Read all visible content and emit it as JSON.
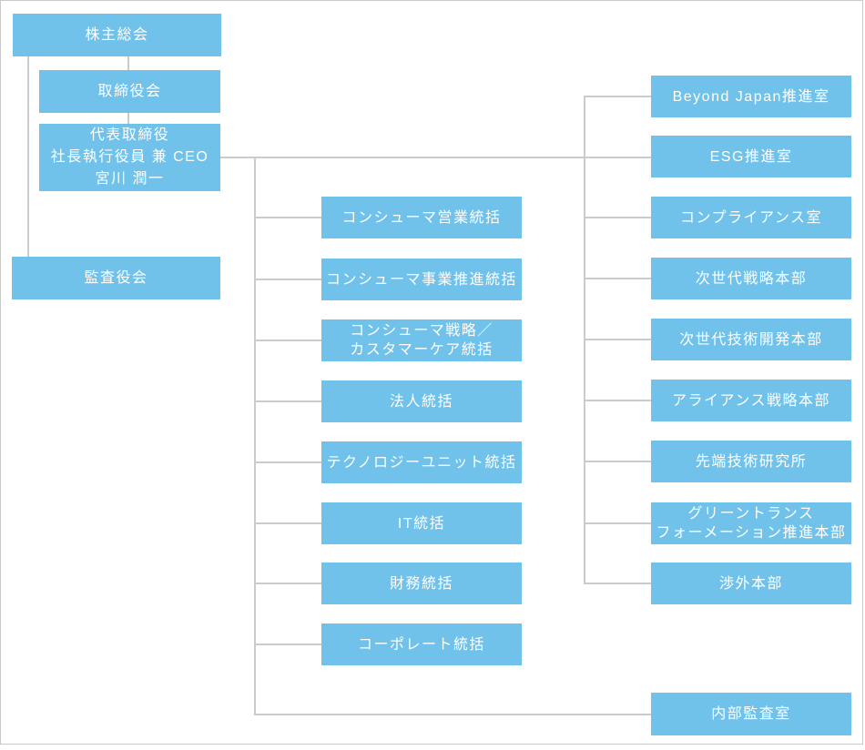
{
  "colors": {
    "box_blue": "#71C2EB",
    "line_gray": "#CBCBCB",
    "text_white": "#FFFFFF",
    "background": "#FFFFFF"
  },
  "org_chart": {
    "governance": {
      "shareholders_meeting": "株主総会",
      "board_of_directors": "取締役会",
      "president_ceo": "代表取締役\n社長執行役員 兼 CEO\n宮川 潤一",
      "audit_and_supervisory_board": "監査役会"
    },
    "business_units": [
      "コンシューマ営業統括",
      "コンシューマ事業推進統括",
      "コンシューマ戦略／\nカスタマーケア統括",
      "法人統括",
      "テクノロジーユニット統括",
      "IT統括",
      "財務統括",
      "コーポレート統括"
    ],
    "staff_units": [
      "Beyond Japan推進室",
      "ESG推進室",
      "コンプライアンス室",
      "次世代戦略本部",
      "次世代技術開発本部",
      "アライアンス戦略本部",
      "先端技術研究所",
      "グリーントランス\nフォーメーション推進本部",
      "渉外本部"
    ],
    "internal_audit_office": "内部監査室"
  }
}
